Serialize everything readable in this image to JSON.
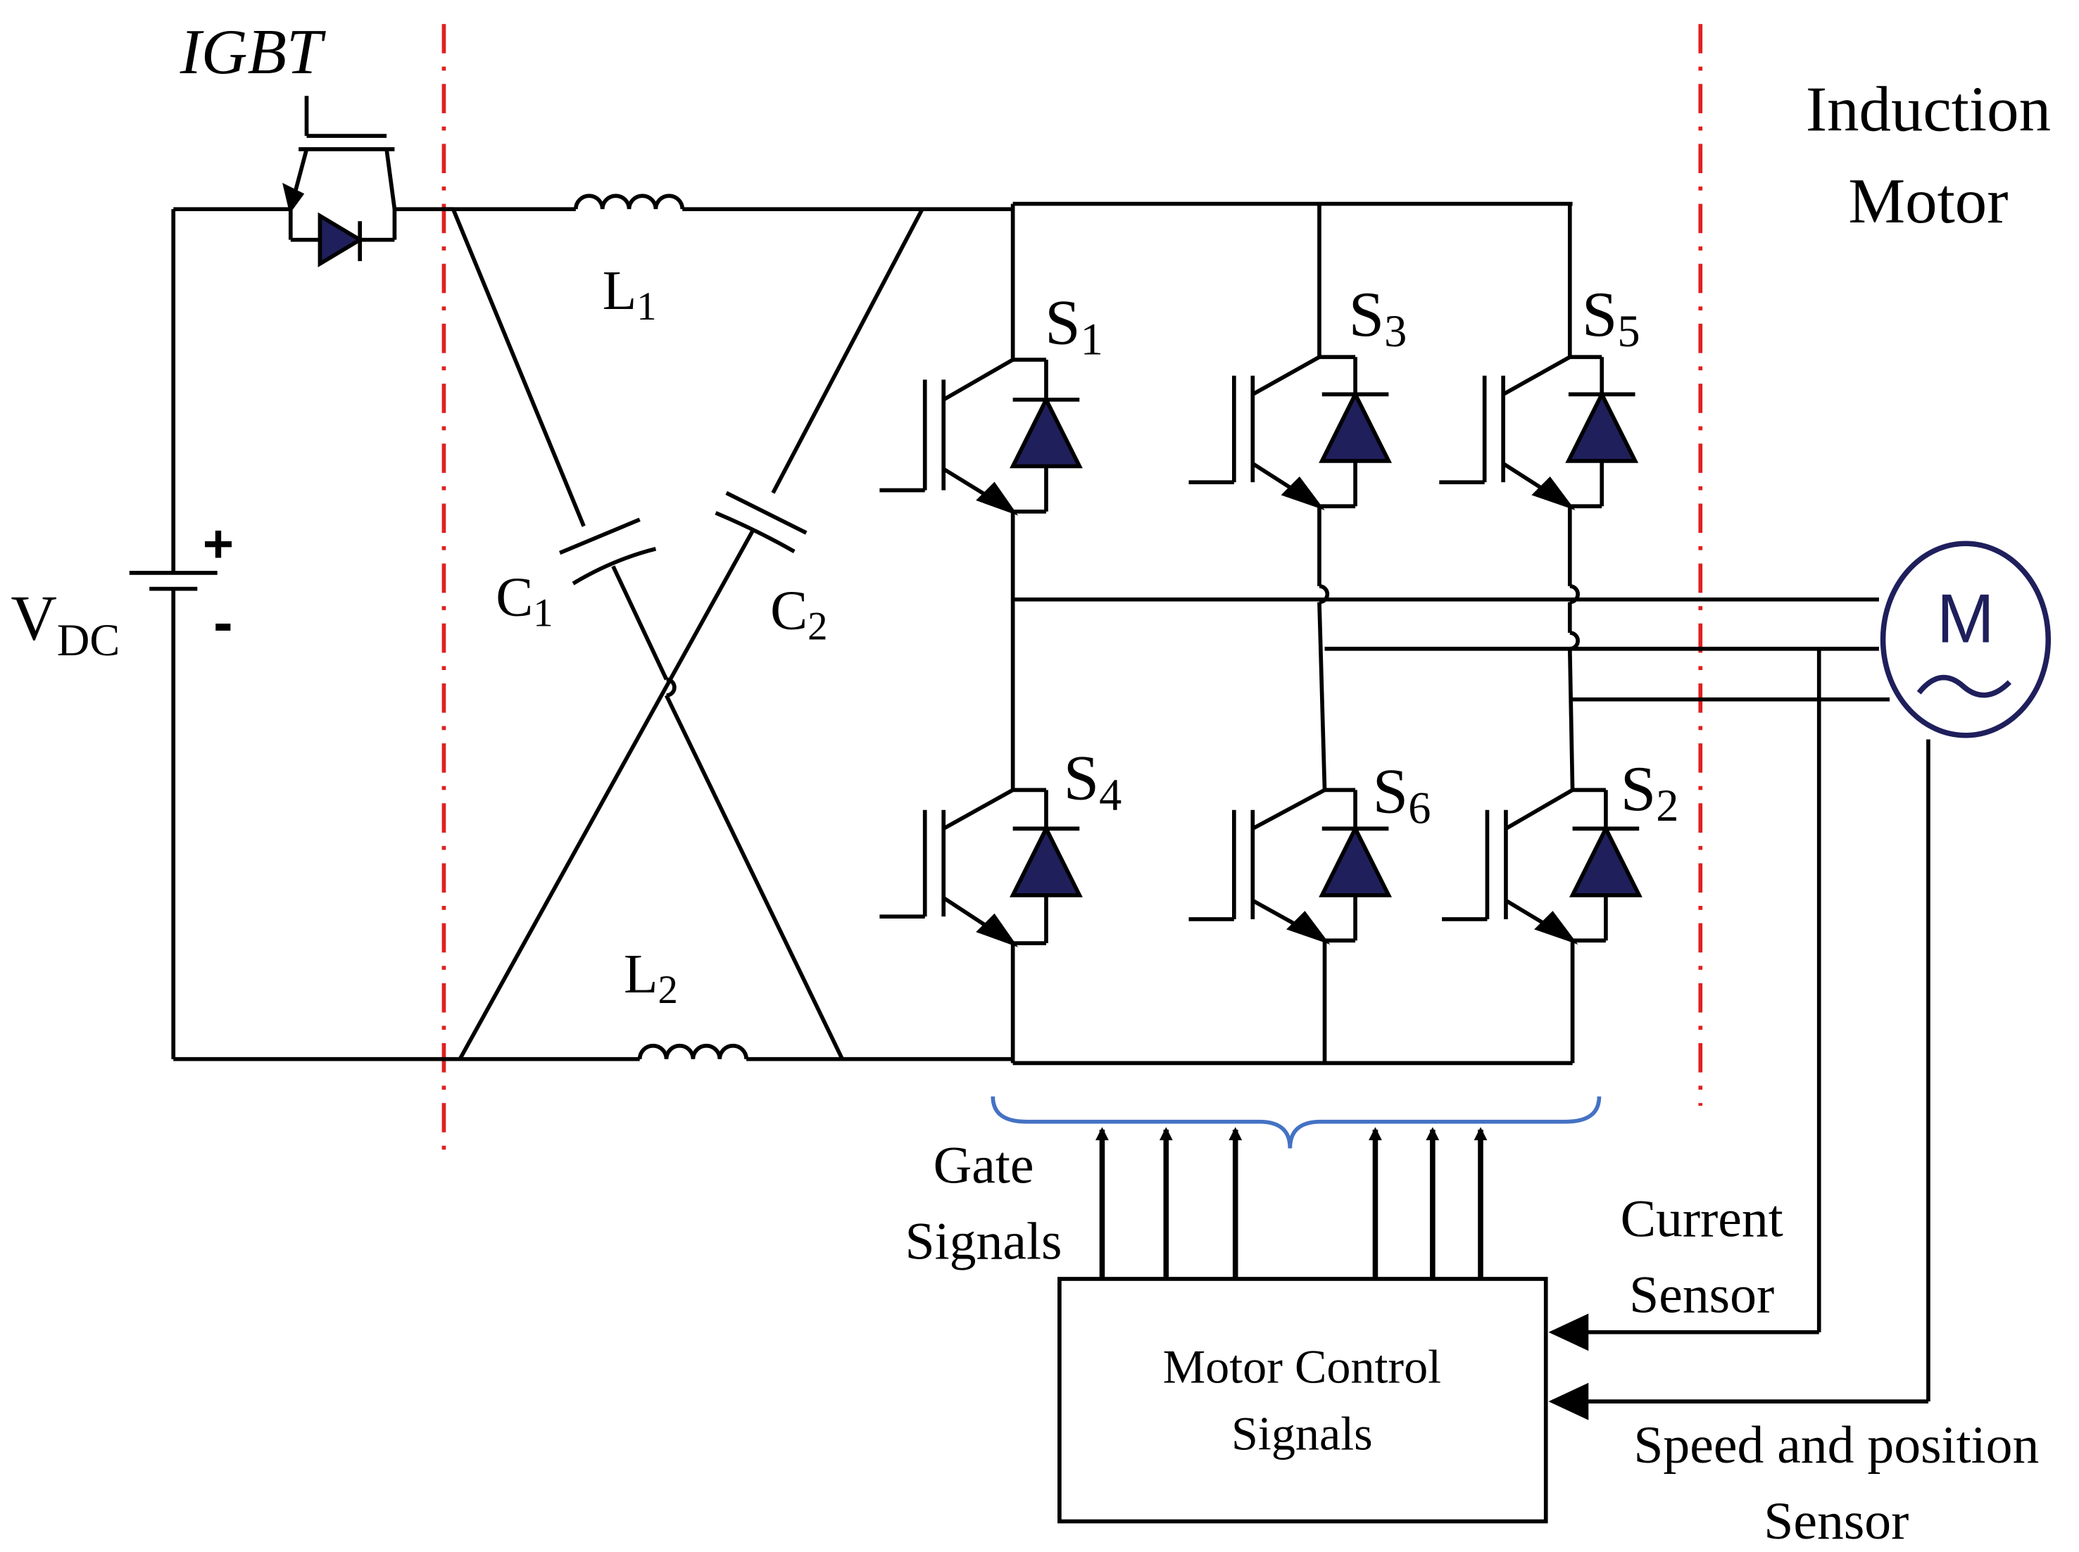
{
  "labels": {
    "igbt": "IGBT",
    "induction_line1": "Induction",
    "induction_line2": "Motor",
    "vdc_main": "V",
    "vdc_sub": "DC",
    "plus": "+",
    "minus": "-",
    "l1_main": "L",
    "l1_sub": "1",
    "l2_main": "L",
    "l2_sub": "2",
    "c1_main": "C",
    "c1_sub": "1",
    "c2_main": "C",
    "c2_sub": "2",
    "motor": "M",
    "gate_line1": "Gate",
    "gate_line2": "Signals",
    "current_line1": "Current",
    "current_line2": "Sensor",
    "speed_line1": "Speed and position",
    "speed_line2": "Sensor",
    "control_line1": "Motor Control",
    "control_line2": "Signals"
  },
  "switches": [
    {
      "main": "S",
      "sub": "1"
    },
    {
      "main": "S",
      "sub": "3"
    },
    {
      "main": "S",
      "sub": "5"
    },
    {
      "main": "S",
      "sub": "4"
    },
    {
      "main": "S",
      "sub": "6"
    },
    {
      "main": "S",
      "sub": "2"
    }
  ],
  "colors": {
    "wire": "#000000",
    "diode_fill": "#1f1f5c",
    "divider": "#e02020",
    "brace": "#4472c4",
    "motor_outline": "#1f1f5c"
  }
}
